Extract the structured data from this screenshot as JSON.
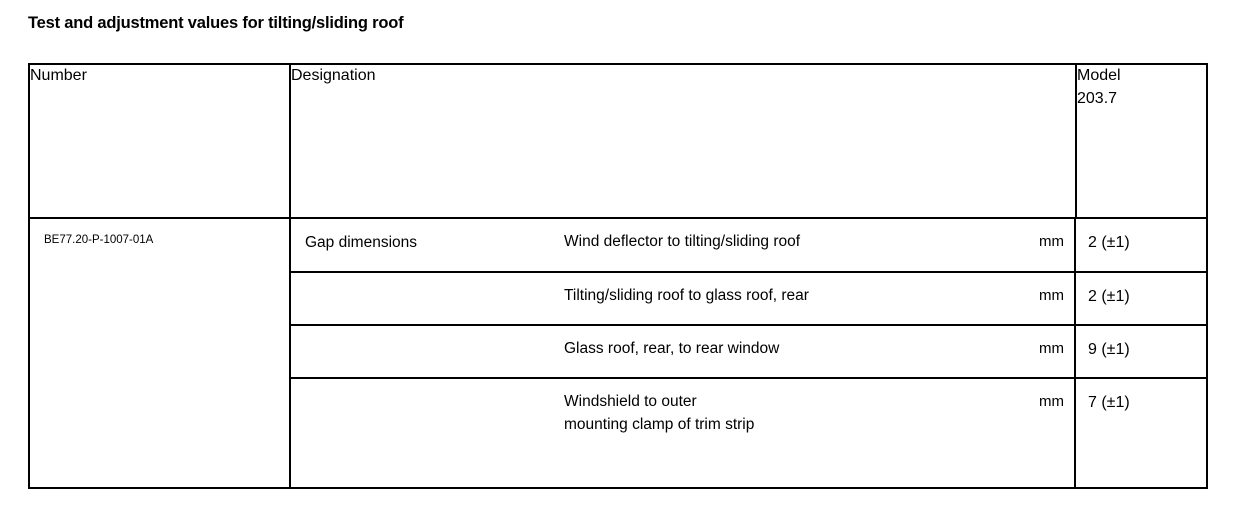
{
  "page": {
    "title": "Test and adjustment values for tilting/sliding roof"
  },
  "table": {
    "headers": {
      "number": "Number",
      "designation": "Designation",
      "model_line1": "Model",
      "model_line2": "203.7"
    },
    "row": {
      "number": "BE77.20-P-1007-01A",
      "designation": "Gap dimensions",
      "measurements": [
        {
          "description_line1": "Wind deflector to tilting/sliding roof",
          "description_line2": "",
          "unit": "mm",
          "value": "2 (±1)"
        },
        {
          "description_line1": "Tilting/sliding roof to glass roof, rear",
          "description_line2": "",
          "unit": "mm",
          "value": "2 (±1)"
        },
        {
          "description_line1": "Glass roof, rear, to rear window",
          "description_line2": "",
          "unit": "mm",
          "value": "9 (±1)"
        },
        {
          "description_line1": "Windshield to outer",
          "description_line2": "mounting clamp of trim strip",
          "unit": "mm",
          "value": "7 (±1)"
        }
      ]
    }
  }
}
